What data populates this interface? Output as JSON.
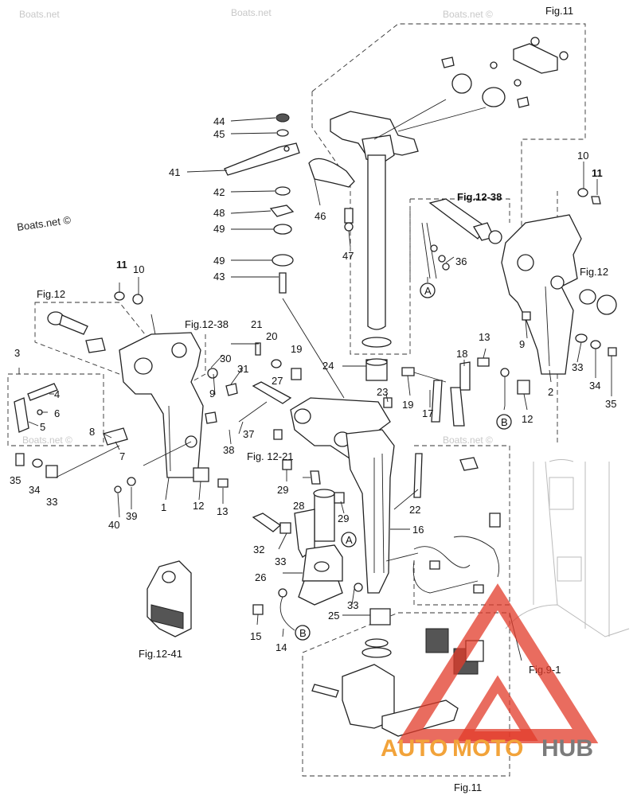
{
  "watermarks": [
    "Boats.net",
    "Boats.net",
    "Boats.net ©",
    "Boats.net ©",
    "Boats.net ©",
    "Boats.net ©"
  ],
  "figure_refs": [
    "Fig.11",
    "Fig.12-38",
    "Fig.12",
    "Fig.12",
    "Fig.12-38",
    "Fig. 12-21",
    "Fig.12-41",
    "Fig.9-1",
    "Fig.11"
  ],
  "callouts": [
    "44",
    "45",
    "41",
    "42",
    "48",
    "49",
    "49",
    "43",
    "46",
    "47",
    "36",
    "A",
    "10",
    "11",
    "9",
    "2",
    "13",
    "18",
    "12",
    "B",
    "33",
    "34",
    "35",
    "11",
    "10",
    "21",
    "20",
    "19",
    "30",
    "31",
    "9",
    "27",
    "24",
    "23",
    "19",
    "17",
    "3",
    "4",
    "6",
    "5",
    "8",
    "7",
    "35",
    "34",
    "33",
    "37",
    "38",
    "12",
    "13",
    "1",
    "39",
    "40",
    "29",
    "28",
    "29",
    "22",
    "16",
    "A",
    "32",
    "33",
    "26",
    "15",
    "14",
    "B",
    "25",
    "33"
  ],
  "logo": {
    "part1": "AUTO",
    "part2": "MOTO",
    "part3": "HUB"
  },
  "colors": {
    "logo_orange": "#f2a33a",
    "logo_red": "#e23b2a",
    "logo_gray": "#7b7b7b"
  }
}
